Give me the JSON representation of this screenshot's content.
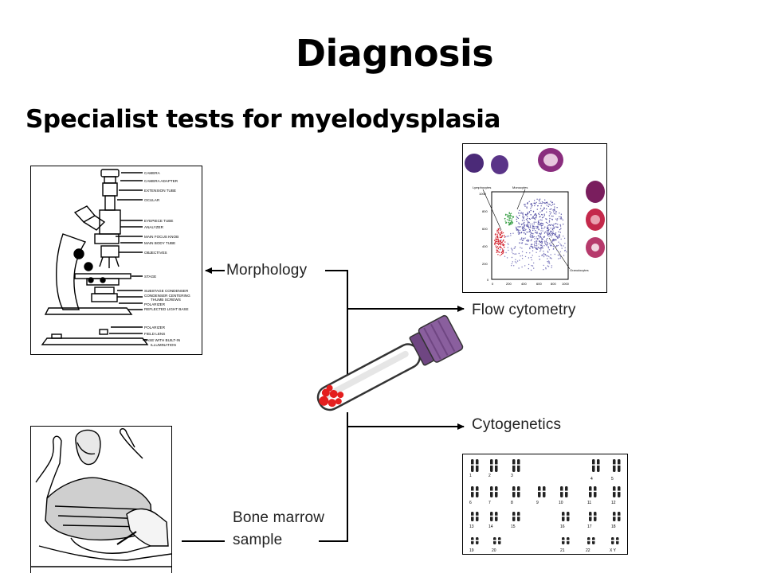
{
  "slide": {
    "title": "Diagnosis",
    "subtitle": "Specialist tests for myelodysplasia"
  },
  "diagram": {
    "nodes": {
      "morphology": "Morphology",
      "flow_cytometry": "Flow cytometry",
      "cytogenetics": "Cytogenetics",
      "bone_marrow_line1": "Bone marrow",
      "bone_marrow_line2": "sample"
    },
    "colors": {
      "tube_cap": "#8a5f9e",
      "blood": "#e41e1e",
      "connector": "#000000"
    }
  },
  "microscope": {
    "labels": [
      "CAMERA",
      "CAMERA ADAPTER",
      "EXTENSION TUBE",
      "OCULAR",
      "EYEPIECE TUBE",
      "ANALYZER",
      "MAIN FOCUS KNOB",
      "MAIN BODY TUBE",
      "OBJECTIVES",
      "STAGE",
      "SUBSTAGE CONDENSER",
      "CONDENSER CENTERING",
      "THUMB SCREWS",
      "POLARIZER",
      "REFLECTED LIGHT BASE",
      "POLARIZER",
      "FIELD LENS",
      "BASE WITH BUILT-IN",
      "ILLUMINATION"
    ]
  },
  "flow_plot": {
    "labels": {
      "lymphocytes": "Lymphocytes",
      "monocytes": "Monocytes",
      "granulocytes": "Granulocytes"
    },
    "y_ticks": [
      "1000",
      "800",
      "600",
      "400",
      "200",
      "0"
    ],
    "x_ticks": [
      "0",
      "200",
      "400",
      "600",
      "800",
      "1000"
    ]
  },
  "karyotype": {
    "numbers": [
      "1",
      "2",
      "3",
      "4",
      "5",
      "6",
      "7",
      "8",
      "9",
      "10",
      "11",
      "12",
      "13",
      "14",
      "15",
      "16",
      "17",
      "18",
      "19",
      "20",
      "21",
      "22",
      "X Y"
    ]
  }
}
